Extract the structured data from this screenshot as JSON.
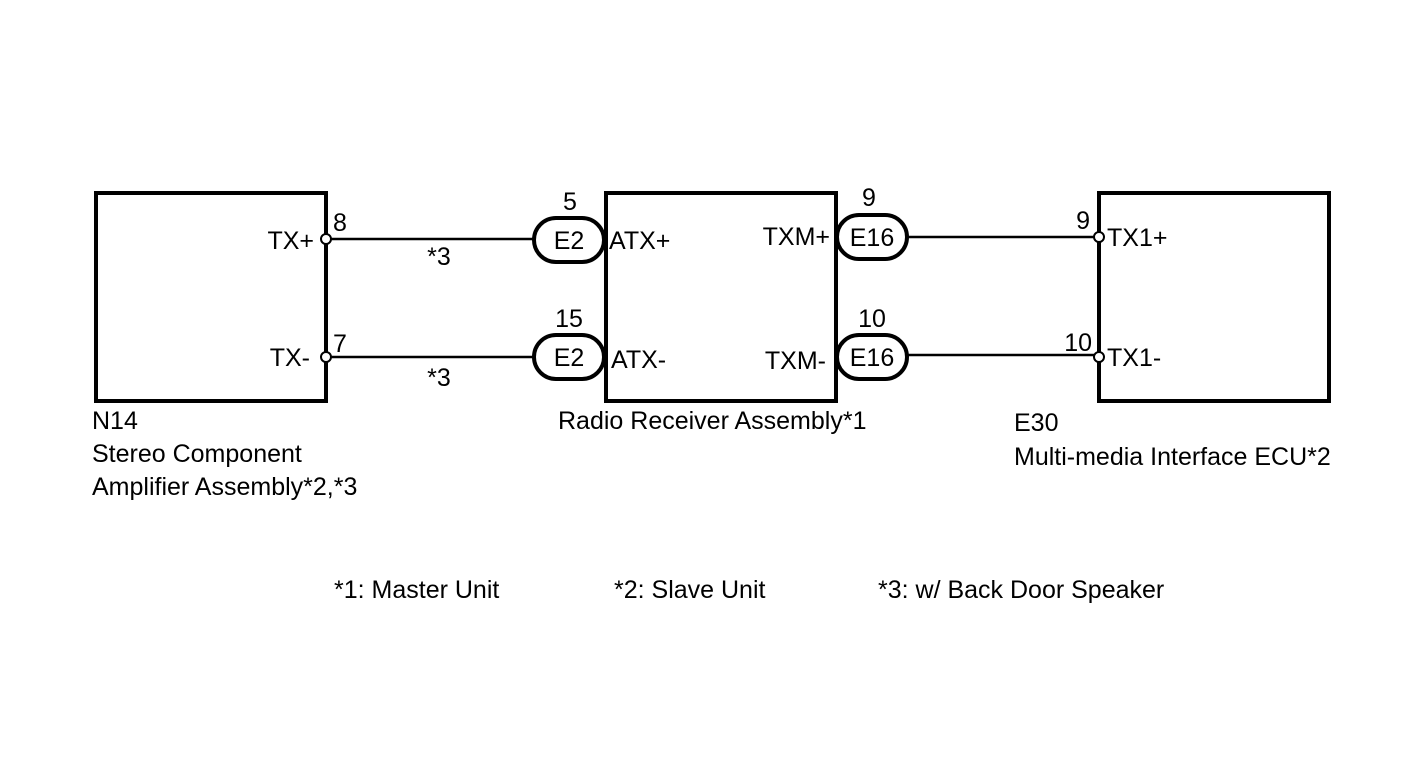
{
  "components": {
    "amplifier": {
      "code": "N14",
      "name_line1": "Stereo Component",
      "name_line2": "Amplifier Assembly*2,*3",
      "pins": [
        {
          "pin": "8",
          "signal": "TX+"
        },
        {
          "pin": "7",
          "signal": "TX-"
        }
      ]
    },
    "radio": {
      "name": "Radio Receiver Assembly*1",
      "left_pins": [
        {
          "connector": "E2",
          "pin": "5",
          "signal": "ATX+"
        },
        {
          "connector": "E2",
          "pin": "15",
          "signal": "ATX-"
        }
      ],
      "right_pins": [
        {
          "connector": "E16",
          "pin": "9",
          "signal": "TXM+"
        },
        {
          "connector": "E16",
          "pin": "10",
          "signal": "TXM-"
        }
      ]
    },
    "ecu": {
      "code": "E30",
      "name": "Multi-media Interface ECU*2",
      "pins": [
        {
          "pin": "9",
          "signal": "TX1+"
        },
        {
          "pin": "10",
          "signal": "TX1-"
        }
      ]
    }
  },
  "wires": [
    {
      "label": "*3"
    },
    {
      "label": "*3"
    }
  ],
  "notes": [
    "*1: Master Unit",
    "*2: Slave Unit",
    "*3: w/ Back Door Speaker"
  ],
  "colors": {
    "line": "#000000",
    "background": "#ffffff"
  }
}
